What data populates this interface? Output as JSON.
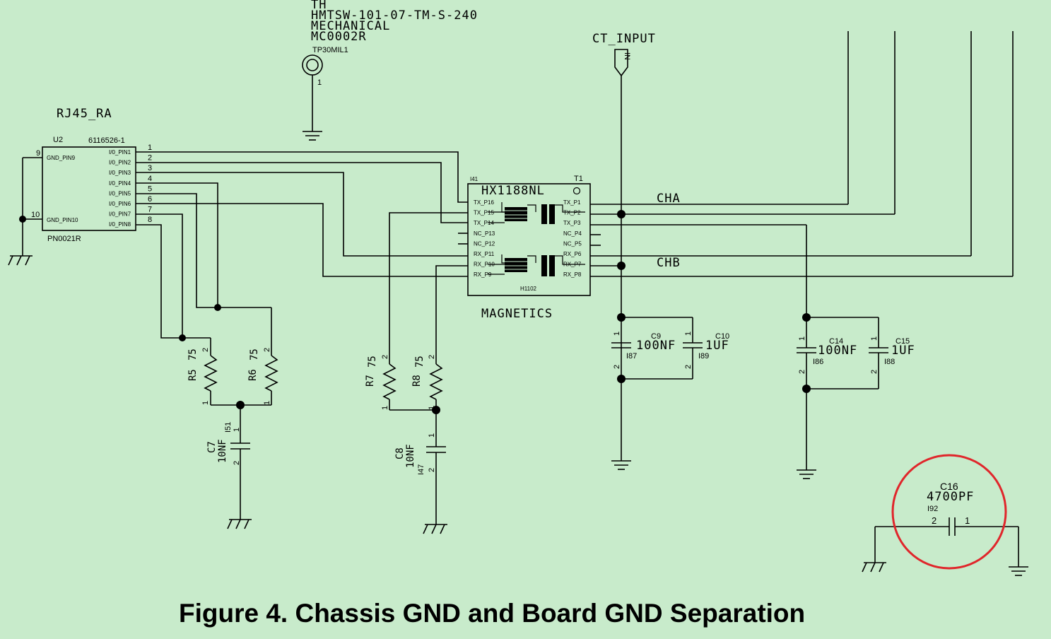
{
  "caption": "Figure 4. Chassis GND and Board GND Separation",
  "testpoint": {
    "line1": "TH",
    "line2": "HMTSW-101-07-TM-S-240",
    "line3": "MECHANICAL",
    "line4": "MC0002R",
    "name": "TP30MIL1",
    "pin": "1"
  },
  "ct_input": {
    "label": "CT_INPUT",
    "arrow_text": "IN"
  },
  "connector": {
    "title": "RJ45_RA",
    "ref": "U2",
    "part": "6116526-1",
    "footprint": "PN0021R",
    "left_pins": [
      {
        "num": "9",
        "name": "GND_PIN9"
      },
      {
        "num": "10",
        "name": "GND_PIN10"
      }
    ],
    "right_pins": [
      {
        "num": "1",
        "name": "I/0_PIN1"
      },
      {
        "num": "2",
        "name": "I/0_PIN2"
      },
      {
        "num": "3",
        "name": "I/0_PIN3"
      },
      {
        "num": "4",
        "name": "I/0_PIN4"
      },
      {
        "num": "5",
        "name": "I/0_PIN5"
      },
      {
        "num": "6",
        "name": "I/0_PIN6"
      },
      {
        "num": "7",
        "name": "I/0_PIN7"
      },
      {
        "num": "8",
        "name": "I/0_PIN8"
      }
    ]
  },
  "transformer": {
    "ref": "I41",
    "t_ref": "T1",
    "part": "HX1188NL",
    "bottom_id": "H1102",
    "label": "MAGNETICS",
    "left_pins": [
      "TX_P16",
      "TX_P15",
      "TX_P14",
      "NC_P13",
      "NC_P12",
      "RX_P11",
      "RX_P10",
      "RX_P9"
    ],
    "right_pins": [
      "TX_P1",
      "TX_P2",
      "TX_P3",
      "NC_P4",
      "NC_P5",
      "RX_P6",
      "RX_P7",
      "RX_P8"
    ]
  },
  "nets": {
    "cha": "CHA",
    "chb": "CHB"
  },
  "resistors": [
    {
      "ref": "R5",
      "value": "75"
    },
    {
      "ref": "R6",
      "value": "75"
    },
    {
      "ref": "R7",
      "value": "75"
    },
    {
      "ref": "R8",
      "value": "75"
    }
  ],
  "capacitors": {
    "c7": {
      "ref": "C7",
      "value": "10NF",
      "id": "I51"
    },
    "c8": {
      "ref": "C8",
      "value": "10NF",
      "id": "I47"
    },
    "c9": {
      "ref": "C9",
      "value": "100NF",
      "id": "I87"
    },
    "c10": {
      "ref": "C10",
      "value": "1UF",
      "id": "I89"
    },
    "c14": {
      "ref": "C14",
      "value": "100NF",
      "id": "I86"
    },
    "c15": {
      "ref": "C15",
      "value": "1UF",
      "id": "I88"
    },
    "c16": {
      "ref": "C16",
      "value": "4700PF",
      "id": "I92",
      "pin_left": "2",
      "pin_right": "1"
    }
  },
  "pin_labels": {
    "one": "1",
    "two": "2"
  },
  "colors": {
    "background": "#c8ebcb",
    "highlight_circle": "#e0262b",
    "ink": "#000000"
  }
}
